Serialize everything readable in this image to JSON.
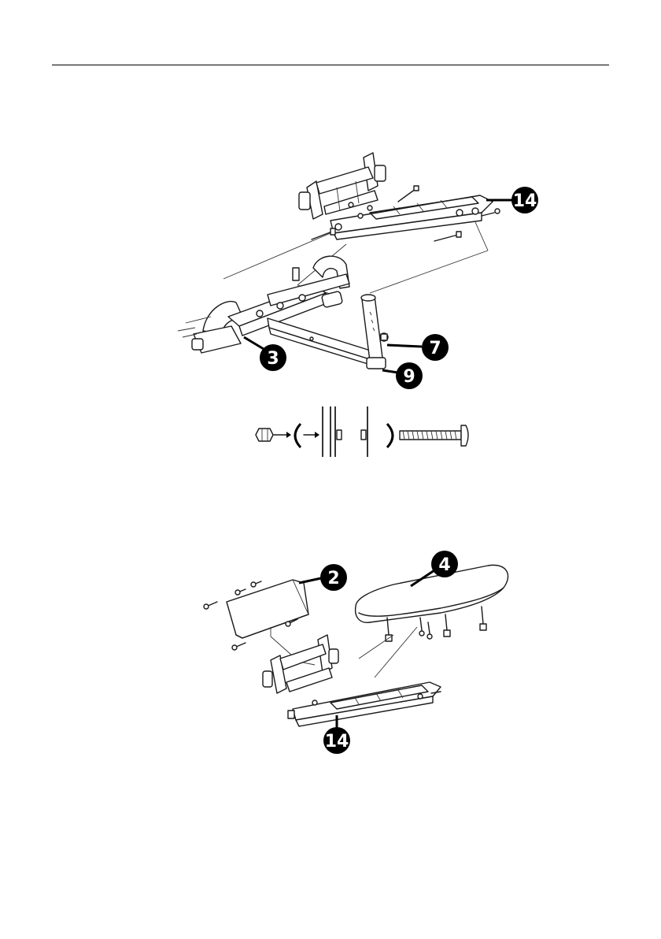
{
  "colors": {
    "ink": "#1a1a1a",
    "badge": "#000000",
    "badge_text": "#ffffff",
    "background": "#ffffff"
  },
  "step1": {
    "callouts": [
      {
        "id": "c14",
        "label": "14"
      },
      {
        "id": "c7",
        "label": "7"
      },
      {
        "id": "c3",
        "label": "3"
      },
      {
        "id": "c9",
        "label": "9"
      }
    ],
    "hardware_sequence": [
      "nut-icon",
      "curved-washer-icon",
      "frame-plates-icon",
      "curved-washer-icon",
      "carriage-bolt-icon"
    ]
  },
  "step2": {
    "callouts": [
      {
        "id": "c2",
        "label": "2"
      },
      {
        "id": "c4",
        "label": "4"
      },
      {
        "id": "c14b",
        "label": "14"
      }
    ]
  }
}
